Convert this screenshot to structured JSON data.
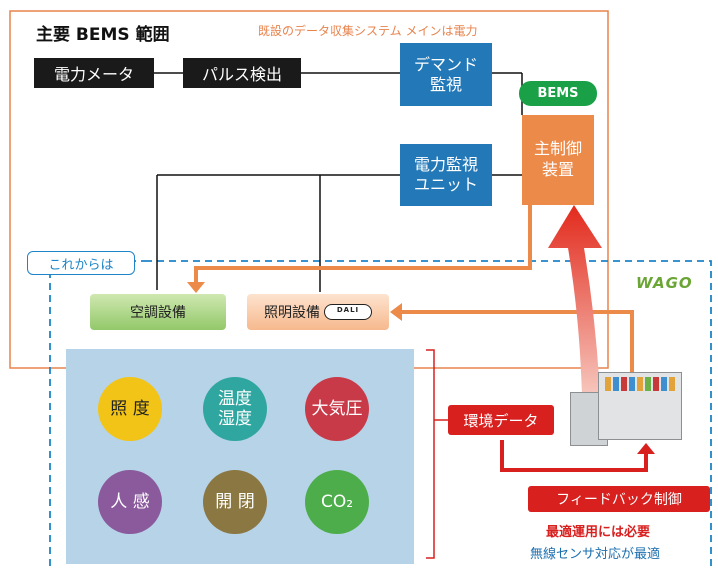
{
  "header": {
    "title": "主要 BEMS 範囲",
    "caption": "既設のデータ収集システム メインは電力"
  },
  "devices": {
    "power_meter": "電力メータ",
    "pulse_detect": "パルス検出",
    "demand_monitor": [
      "デマンド",
      "監視"
    ],
    "power_monitor_unit": [
      "電力監視",
      "ユニット"
    ],
    "bems_badge": "BEMS",
    "main_controller": [
      "主制御",
      "装置"
    ]
  },
  "future": {
    "tag": "これからは",
    "brand": "WAGO",
    "hvac": "空調設備",
    "lighting": "照明設備",
    "dali_logo": "DALI"
  },
  "sensors": [
    {
      "label": [
        "照 度"
      ],
      "color": "#f2c418",
      "text_color": "#222222"
    },
    {
      "label": [
        "温度",
        "湿度"
      ],
      "color": "#2fa6a0",
      "text_color": "#ffffff"
    },
    {
      "label": [
        "大気圧"
      ],
      "color": "#c93a48",
      "text_color": "#ffffff"
    },
    {
      "label": [
        "人 感"
      ],
      "color": "#8a5a9c",
      "text_color": "#ffffff"
    },
    {
      "label": [
        "開 閉"
      ],
      "color": "#8a7742",
      "text_color": "#ffffff"
    },
    {
      "label": [
        "CO₂"
      ],
      "color": "#4dad4a",
      "text_color": "#ffffff"
    }
  ],
  "environment_data": "環境データ",
  "feedback": "フィードバック制御",
  "notes": {
    "required": "最適運用には必要",
    "wireless": "無線センサ対応が最適"
  },
  "colors": {
    "black_box": "#1a1a1a",
    "blue_box": "#2378b8",
    "orange_box": "#ec8a4a",
    "bems_green": "#1aa047",
    "red": "#d8201f",
    "region_border": "#e8834c",
    "dashed_blue": "#1c84c7"
  }
}
